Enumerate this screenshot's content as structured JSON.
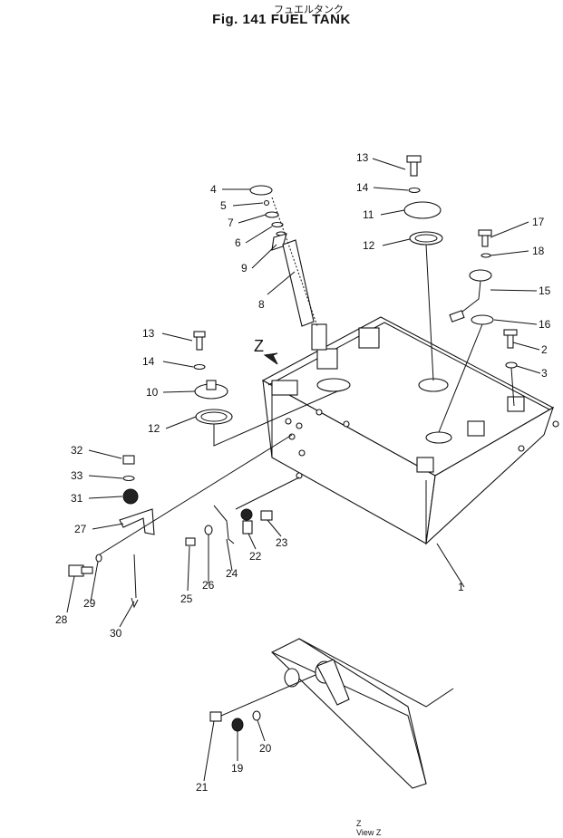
{
  "header": {
    "jp_title": "フュエルタンク",
    "title": "Fig. 141  FUEL  TANK"
  },
  "view_marker": "Z",
  "view_caption": {
    "line1": "Z",
    "line2": "View  Z"
  },
  "callouts": [
    "1",
    "2",
    "3",
    "4",
    "5",
    "6",
    "7",
    "8",
    "9",
    "10",
    "11",
    "12",
    "12",
    "13",
    "13",
    "14",
    "14",
    "15",
    "16",
    "17",
    "18",
    "19",
    "20",
    "21",
    "22",
    "23",
    "24",
    "25",
    "26",
    "27",
    "28",
    "29",
    "30",
    "31",
    "32",
    "33"
  ]
}
